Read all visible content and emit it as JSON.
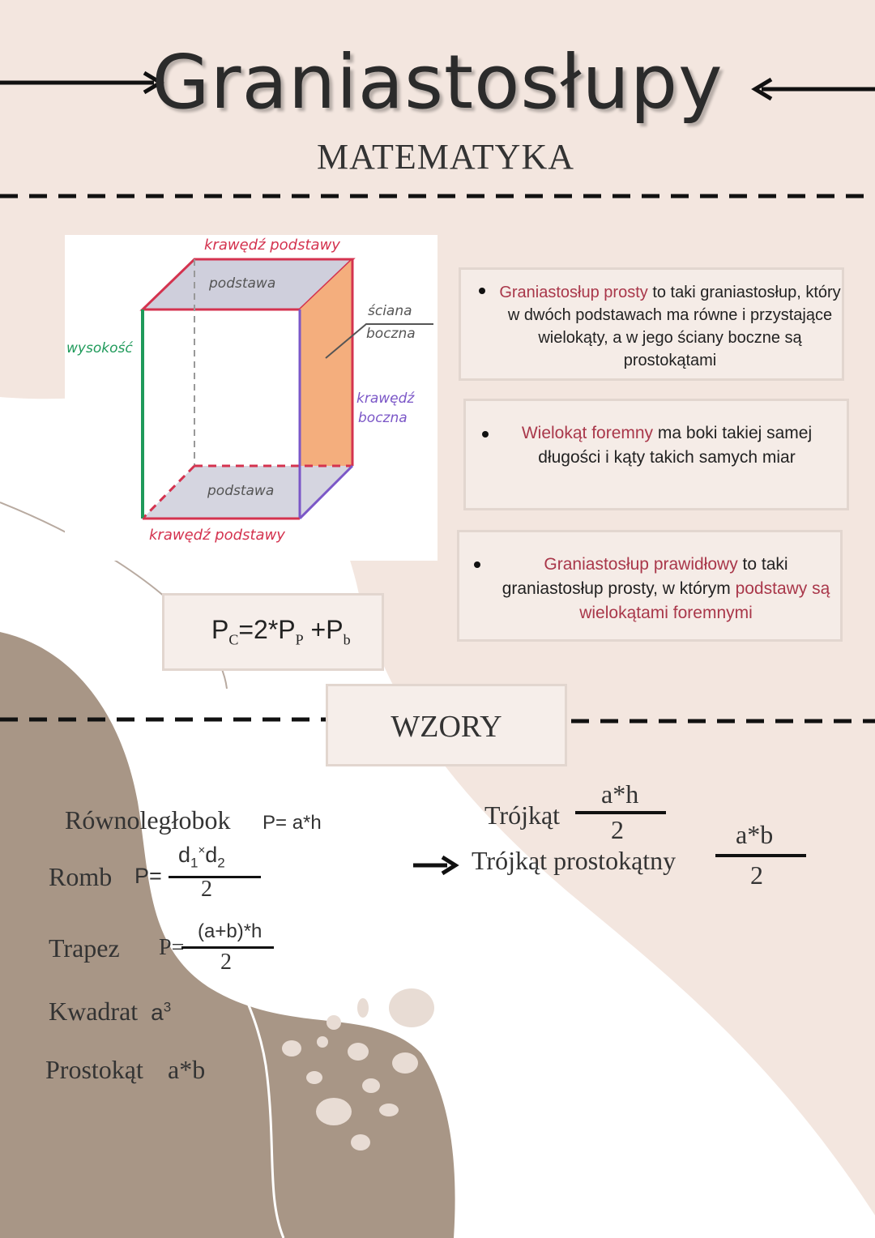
{
  "header": {
    "title": "Graniastosłupy",
    "subtitle": "MATEMATYKA"
  },
  "figure": {
    "labels": {
      "top_edge": "krawędź podstawy",
      "top_base": "podstawa",
      "side_face_1": "ściana",
      "side_face_2": "boczna",
      "height": "wysokość",
      "side_edge_1": "krawędź",
      "side_edge_2": "boczna",
      "bottom_base": "podstawa",
      "bottom_edge": "krawędź podstawy"
    },
    "colors": {
      "red": "#d4334f",
      "green": "#1f9a5a",
      "purple": "#7b57c7",
      "orange": "#f2a978",
      "gray": "#c9c9d6"
    }
  },
  "definitions": [
    {
      "highlight": "Graniastosłup prosty",
      "rest": " to taki graniastosłup, który w dwóch podstawach ma równe i przystające wielokąty, a w jego ściany boczne są prostokątami"
    },
    {
      "highlight": "Wielokąt foremny",
      "rest": " ma boki takiej samej długości i kąty takich samych miar"
    },
    {
      "highlight": "Graniastosłup prawidłowy",
      "mid": " to taki graniastosłup prosty, w którym ",
      "highlight2": "podstawy są wielokątami foremnymi"
    }
  ],
  "surface_formula": {
    "p1": "P",
    "s1": "C",
    "mid": "=2*P",
    "s2": "P",
    "plus": " +P",
    "s3": "b"
  },
  "section": {
    "heading": "WZORY"
  },
  "formulas": {
    "rownoleglobok": {
      "name": "Równoległobok",
      "formula": "P= a*h"
    },
    "romb": {
      "name": "Romb",
      "lhs": "P=",
      "num_a": "d",
      "sub_a": "1",
      "times": "×",
      "num_b": "d",
      "sub_b": "2",
      "den": "2"
    },
    "trapez": {
      "name": "Trapez",
      "lhs": "P=",
      "num": "(a+b)*h",
      "den": "2"
    },
    "kwadrat": {
      "name": "Kwadrat",
      "base": "a",
      "exp": "3"
    },
    "prostokat": {
      "name": "Prostokąt",
      "formula": "a*b"
    },
    "trojkat": {
      "name": "Trójkąt",
      "num": "a*h",
      "den": "2"
    },
    "trojkat_prostokatny": {
      "name": "Trójkąt prostokątny",
      "num": "a*b",
      "den": "2"
    }
  },
  "colors": {
    "accent": "#a9374a",
    "background": "#f3e6df",
    "shape_dark": "#a89686",
    "box": "#f5ece7"
  }
}
